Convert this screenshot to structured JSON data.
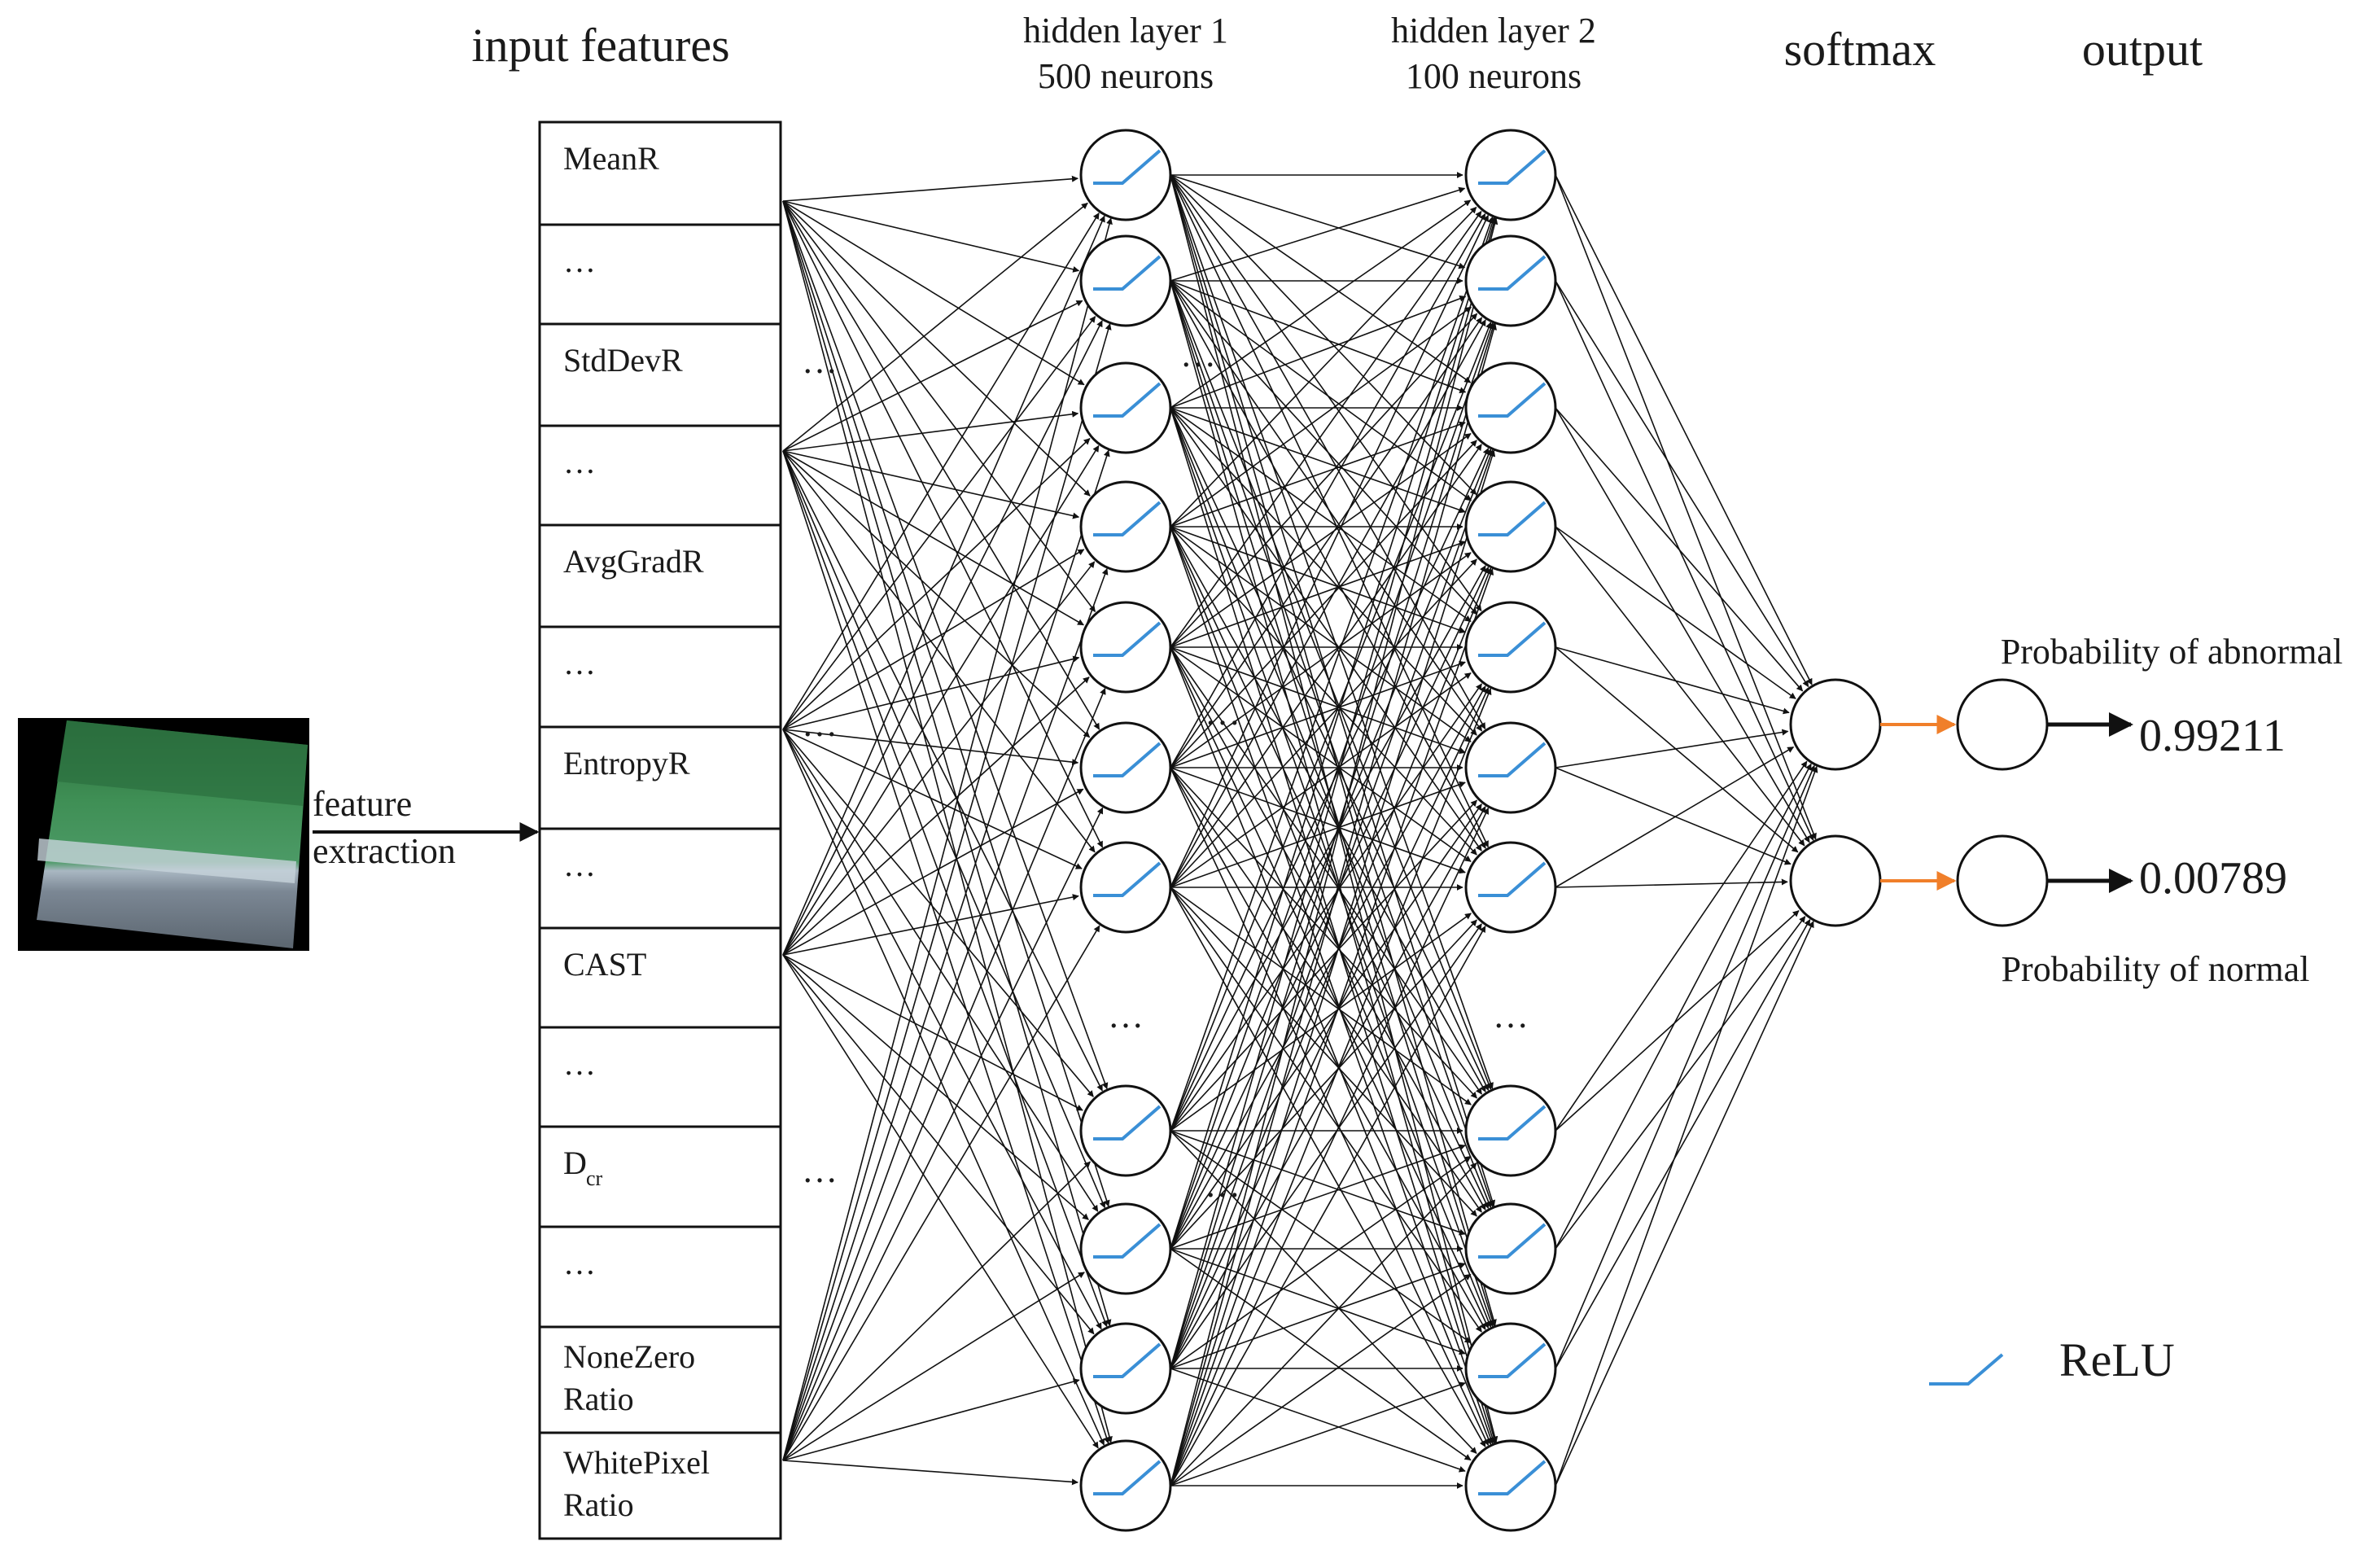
{
  "labels": {
    "input_features": "input features",
    "hidden1_line1": "hidden layer 1",
    "hidden1_line2": "500 neurons",
    "hidden2_line1": "hidden layer 2",
    "hidden2_line2": "100 neurons",
    "softmax": "softmax",
    "output": "output",
    "feature_line1": "feature",
    "feature_line2": "extraction",
    "prob_abnormal": "Probability of abnormal",
    "prob_normal": "Probability of normal",
    "out_abnormal": "0.99211",
    "out_normal": "0.00789",
    "relu": "ReLU",
    "ellipsis": "…"
  },
  "features": [
    {
      "lines": [
        "MeanR"
      ]
    },
    {
      "lines": [
        "…"
      ]
    },
    {
      "lines": [
        "StdDevR"
      ]
    },
    {
      "lines": [
        "…"
      ]
    },
    {
      "lines": [
        "AvgGradR"
      ]
    },
    {
      "lines": [
        "…"
      ]
    },
    {
      "lines": [
        "EntropyR"
      ]
    },
    {
      "lines": [
        "…"
      ]
    },
    {
      "lines": [
        "CAST"
      ]
    },
    {
      "lines": [
        "…"
      ]
    },
    {
      "lines": [
        "D"
      ],
      "sub": "cr"
    },
    {
      "lines": [
        "…"
      ]
    },
    {
      "lines": [
        "NoneZero",
        "Ratio"
      ]
    },
    {
      "lines": [
        "WhitePixel",
        "Ratio"
      ]
    }
  ],
  "colors": {
    "relu": "#3a8fd6",
    "softmax": "#f07f2a",
    "line": "#111111",
    "image_green": "#2f7d43",
    "image_gray": "#6e7a86"
  },
  "icons": {
    "neuron": "circle-with-relu-icon",
    "thumbnail": "satellite-image-thumbnail"
  }
}
